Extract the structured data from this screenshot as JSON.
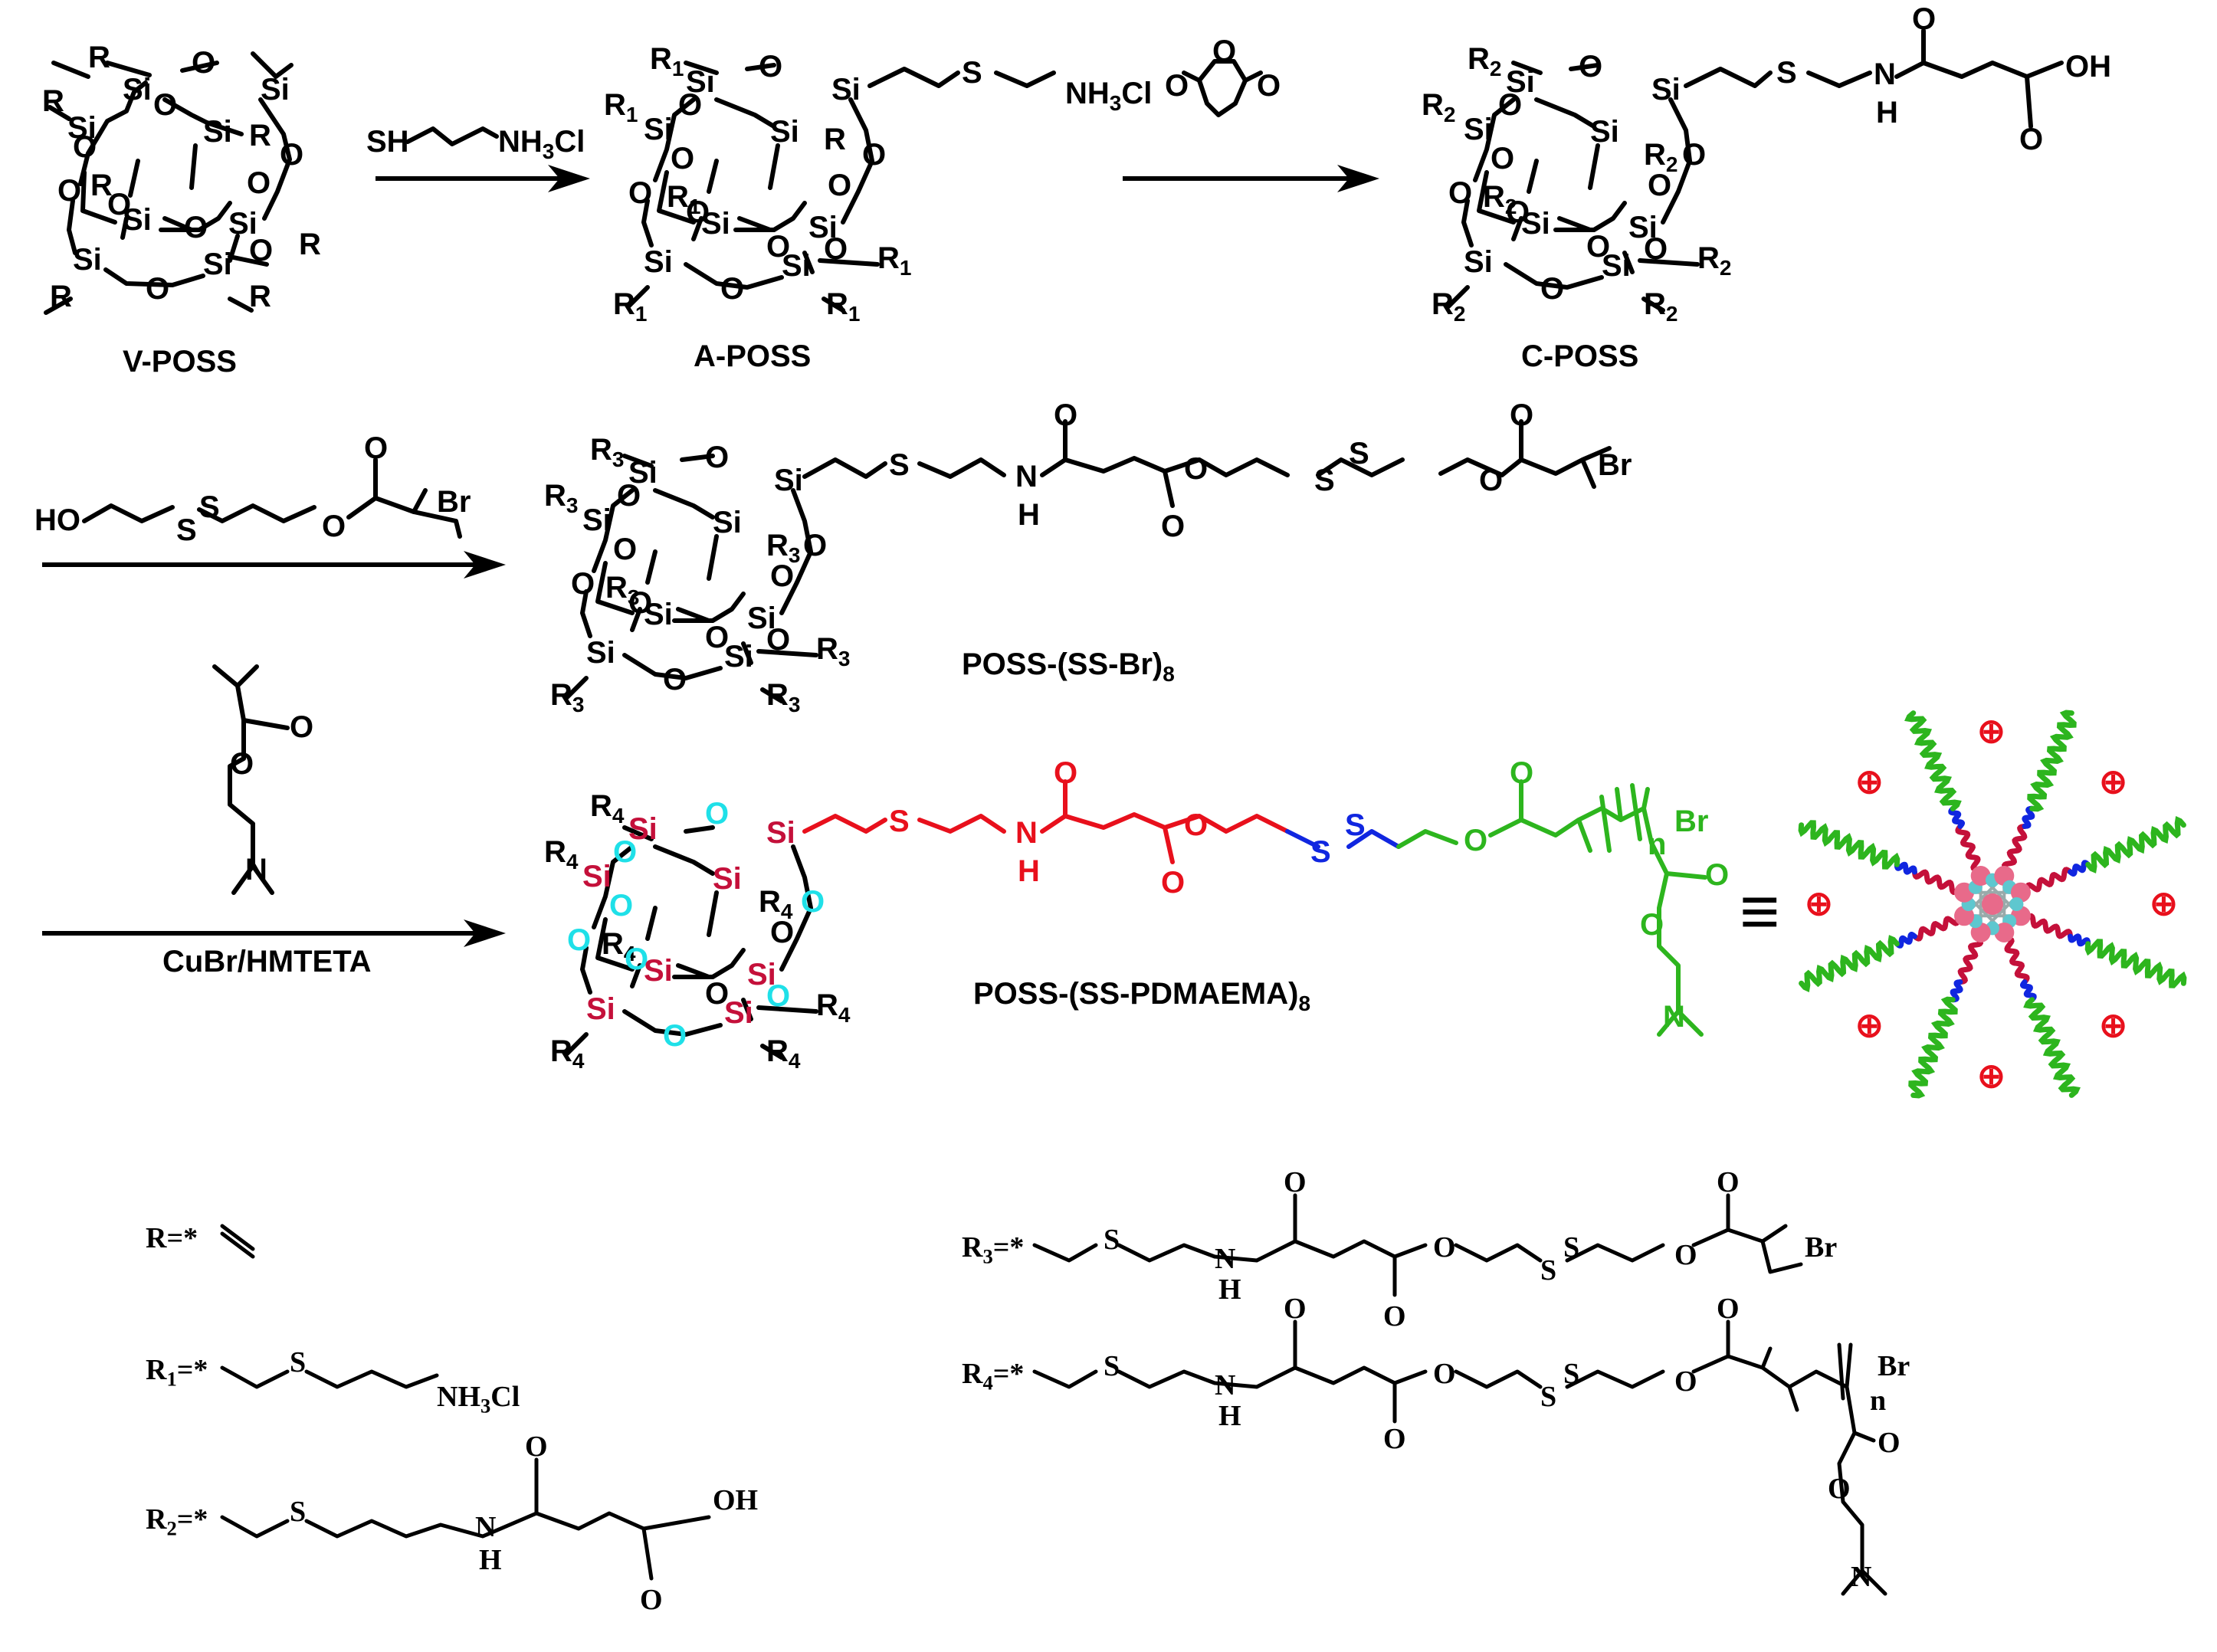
{
  "labels": {
    "v_poss": "V-POSS",
    "a_poss": "A-POSS",
    "c_poss": "C-POSS",
    "poss_ss_br": "POSS-(SS-Br)8",
    "poss_ss_pdmaema": "POSS-(SS-PDMAEMA)8",
    "catalyst": "CuBr/HMTETA"
  },
  "reagents": {
    "cysteamine": "SH NH3Cl",
    "hydroxy_disulfide": "HO S S O Br",
    "dmaema": "O O N"
  },
  "r_groups": {
    "R": "R=*",
    "R1": "R1=*",
    "R2": "R2=*",
    "R3": "R3=*",
    "R4": "R4=*"
  },
  "atoms": {
    "si": "Si",
    "o": "O",
    "s": "S",
    "n": "N",
    "nh": "NH",
    "h": "H",
    "br": "Br",
    "oh": "OH",
    "ho": "HO",
    "sh": "SH",
    "nh3cl": "NH3Cl",
    "subscript_n": "n",
    "r": "R",
    "r1": "R1",
    "r2": "R2",
    "r3": "R3",
    "r4": "R4"
  },
  "symbols": {
    "equivalent": "≡",
    "charge": "⊕"
  },
  "colors": {
    "black": "#000000",
    "red": "#e8101c",
    "blue": "#1026e0",
    "green": "#2db51e",
    "cyan": "#1fe0e8",
    "silicon": "#c4103a",
    "core_o": "#5ec7cf",
    "core_si": "#e86a8a"
  }
}
